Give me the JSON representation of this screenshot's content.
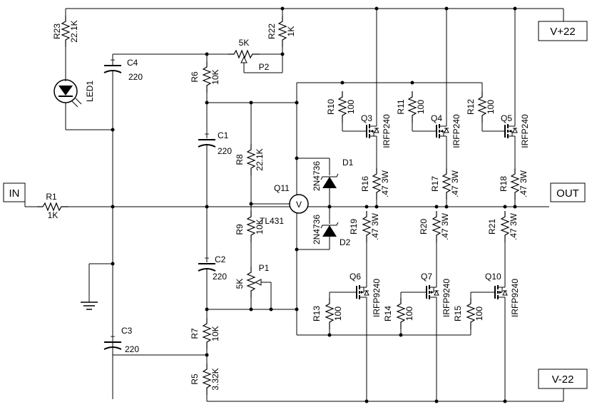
{
  "ports": {
    "vplus": "V+22",
    "vminus": "V-22",
    "input": "IN",
    "output": "OUT"
  },
  "resistors": {
    "r1": {
      "ref": "R1",
      "value": "1K"
    },
    "r5": {
      "ref": "R5",
      "value": "3.32K"
    },
    "r6": {
      "ref": "R6",
      "value": "10K"
    },
    "r7": {
      "ref": "R7",
      "value": "10K"
    },
    "r8": {
      "ref": "R8",
      "value": "22.1K"
    },
    "r9": {
      "ref": "R9",
      "value": "10K"
    },
    "r10": {
      "ref": "R10",
      "value": "100"
    },
    "r11": {
      "ref": "R11",
      "value": "100"
    },
    "r12": {
      "ref": "R12",
      "value": "100"
    },
    "r13": {
      "ref": "R13",
      "value": "100"
    },
    "r14": {
      "ref": "R14",
      "value": "100"
    },
    "r15": {
      "ref": "R15",
      "value": "100"
    },
    "r16": {
      "ref": "R16",
      "value": ".47 3W"
    },
    "r17": {
      "ref": "R17",
      "value": ".47 3W"
    },
    "r18": {
      "ref": "R18",
      "value": ".47 3W"
    },
    "r19": {
      "ref": "R19",
      "value": ".47 3W"
    },
    "r20": {
      "ref": "R20",
      "value": ".47 3W"
    },
    "r21": {
      "ref": "R21",
      "value": ".47 3W"
    },
    "r22": {
      "ref": "R22",
      "value": "1K"
    },
    "r23": {
      "ref": "R23",
      "value": "22.1K"
    }
  },
  "capacitors": {
    "c1": {
      "ref": "C1",
      "value": "220"
    },
    "c2": {
      "ref": "C2",
      "value": "220"
    },
    "c3": {
      "ref": "C3",
      "value": "220"
    },
    "c4": {
      "ref": "C4",
      "value": "220"
    }
  },
  "pots": {
    "p1": {
      "ref": "P1",
      "value": "5K"
    },
    "p2": {
      "ref": "P2",
      "value": "5K"
    }
  },
  "transistors": {
    "q3": {
      "ref": "Q3",
      "part": "IRFP240"
    },
    "q4": {
      "ref": "Q4",
      "part": "IRFP240"
    },
    "q5": {
      "ref": "Q5",
      "part": "IRFP240"
    },
    "q6": {
      "ref": "Q6",
      "part": "IRFP9240"
    },
    "q7": {
      "ref": "Q7",
      "part": "IRFP9240"
    },
    "q10": {
      "ref": "Q10",
      "part": "IRFP9240"
    }
  },
  "diodes": {
    "d1": {
      "ref": "D1",
      "part": "2N4736"
    },
    "d2": {
      "ref": "D2",
      "part": "2N4736"
    },
    "led1": {
      "ref": "LED1"
    }
  },
  "regulator": {
    "ref": "Q11",
    "part": "TL431",
    "symbol": "V"
  },
  "polarity_mark": "+"
}
